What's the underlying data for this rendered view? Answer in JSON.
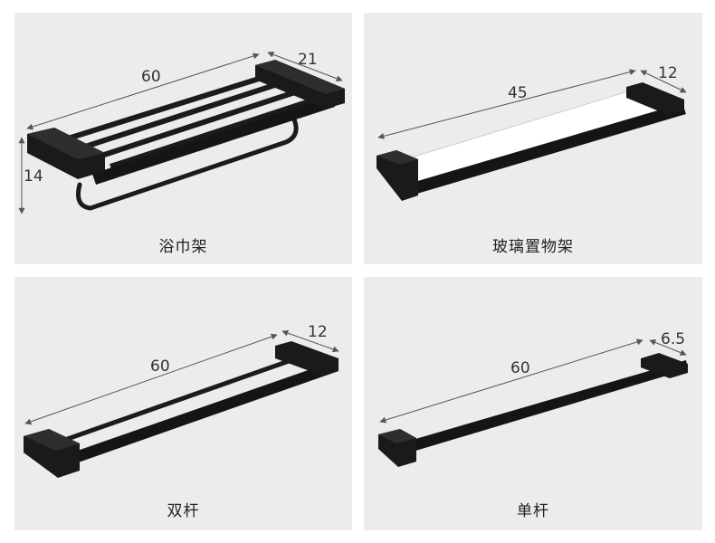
{
  "colors": {
    "card_bg": "#ececec",
    "metal": "#1b1b1b",
    "dimension_line": "#555555"
  },
  "panels": [
    {
      "caption": "浴巾架",
      "width_label": "60",
      "depth_label": "21",
      "height_label": "14"
    },
    {
      "caption": "玻璃置物架",
      "width_label": "45",
      "depth_label": "12"
    },
    {
      "caption": "双杆",
      "width_label": "60",
      "depth_label": "12"
    },
    {
      "caption": "单杆",
      "width_label": "60",
      "depth_label": "6.5"
    }
  ]
}
